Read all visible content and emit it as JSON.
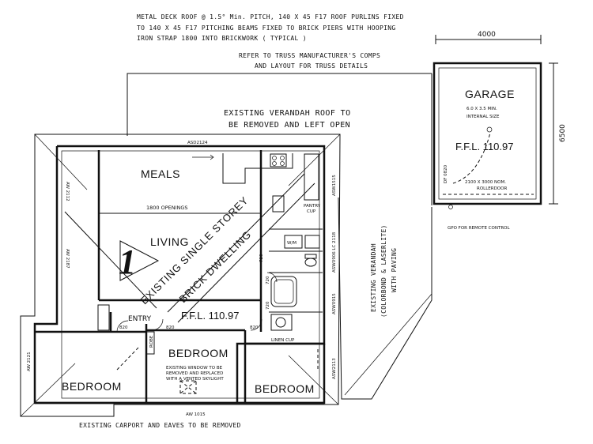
{
  "notes": {
    "roof_line1": "METAL DECK ROOF @ 1.5° Min. PITCH, 140 X 45 F17 ROOF PURLINS FIXED",
    "roof_line2": "TO 140 X 45 F17 PITCHING BEAMS FIXED TO BRICK PIERS WITH HOOPING",
    "roof_line3": "IRON STRAP 1800 INTO BRICKWORK ( TYPICAL )",
    "truss_line1": "REFER TO TRUSS MANUFACTURER'S COMPS",
    "truss_line2": "AND LAYOUT FOR TRUSS DETAILS",
    "verandah_roof_line1": "EXISTING VERANDAH ROOF TO",
    "verandah_roof_line2": "BE REMOVED AND LEFT OPEN",
    "carport": "EXISTING CARPORT AND EAVES TO BE REMOVED",
    "verandah_line1": "EXISTING VERANDAH",
    "verandah_line2": "(COLORBOND & LASERLITE)",
    "verandah_line3": "WITH PAVING",
    "dwelling_line1": "EXISTING SINGLE STOREY",
    "dwelling_line2": "BRICK DWELLING"
  },
  "garage": {
    "title": "GARAGE",
    "size_line1": "6.0 X 3.5 MIN.",
    "size_line2": "INTERNAL SIZE",
    "ffl": "F.F.L. 110.97",
    "door_line1": "2100 X 3000 NOM.",
    "door_line2": "ROLLERDOOR",
    "gpo": "GPO FOR REMOTE CONTROL",
    "side_door": "DF 0820",
    "dim_width": "4000",
    "dim_depth": "6500"
  },
  "rooms": {
    "meals": "MEALS",
    "living": "LIVING",
    "entry": "ENTRY",
    "bedroom_center": "BEDROOM",
    "bedroom_left": "BEDROOM",
    "bedroom_right": "BEDROOM",
    "ffl_main": "F.F.L. 110.97",
    "wm": "W/M",
    "pantry_line1": "PANTRY",
    "pantry_line2": "CUP"
  },
  "window_note": {
    "line1": "EXISTING WINDOW TO BE",
    "line2": "REMOVED AND REPLACED",
    "line3": "WITH A VENTED SKYLIGHT"
  },
  "labels": {
    "openings": "1800 OPENINGS",
    "asd": "ASD2124",
    "aw_top_left": "AW 2112",
    "aw_left_mid": "AW 2187",
    "aw_right_top": "ASW1515",
    "aw_right_mid": "ASW0906  LC 2118",
    "aw_right_low": "ASW0915",
    "aw_right_bottom": "ASW2113",
    "aw_bottom": "AW 1015",
    "aw_left_bed": "AW 2121",
    "door_820a": "820",
    "door_820b": "820",
    "door_820c": "820",
    "door_720a": "720",
    "door_720b": "720",
    "door_720c": "720",
    "linen": "LINEN CUP",
    "robe": "ROBE",
    "marker_number": "1"
  }
}
